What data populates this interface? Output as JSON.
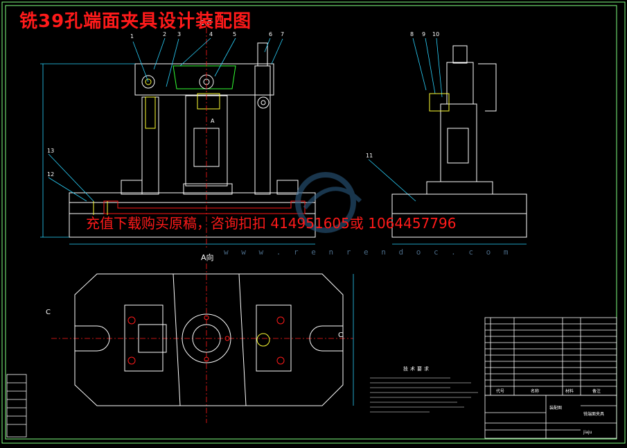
{
  "title": "铣39孔端面夹具设计装配图",
  "promo": "充值下载购买原稿，咨询扣扣 414951605或 1064457796",
  "watermark": "w w w . r e n r e n d o c . c o m",
  "section_label": "C-C",
  "view_label": "A向",
  "arrow_label": "A",
  "cut_label_left": "C",
  "cut_label_right": "C",
  "leaders": {
    "n1": "1",
    "n2": "2",
    "n3": "3",
    "n4": "4",
    "n5": "5",
    "n6": "6",
    "n7": "7",
    "n8": "8",
    "n9": "9",
    "n10": "10",
    "n11": "11",
    "n12": "12",
    "n13": "13"
  },
  "tech_req_title": "技术要求",
  "title_block": {
    "header_code": "代号",
    "header_name": "名称",
    "header_material": "材料",
    "header_note": "备注",
    "drawing_name": "装配图",
    "part_name": "铣端面夹具",
    "school": "jiaju"
  },
  "colors": {
    "frame": "#7fff7f",
    "line": "#ffffff",
    "red": "#ff1a1a",
    "cyan": "#2bd4ff",
    "yellow": "#ffff33",
    "magenta": "#ff44ff",
    "green": "#33ff33"
  }
}
